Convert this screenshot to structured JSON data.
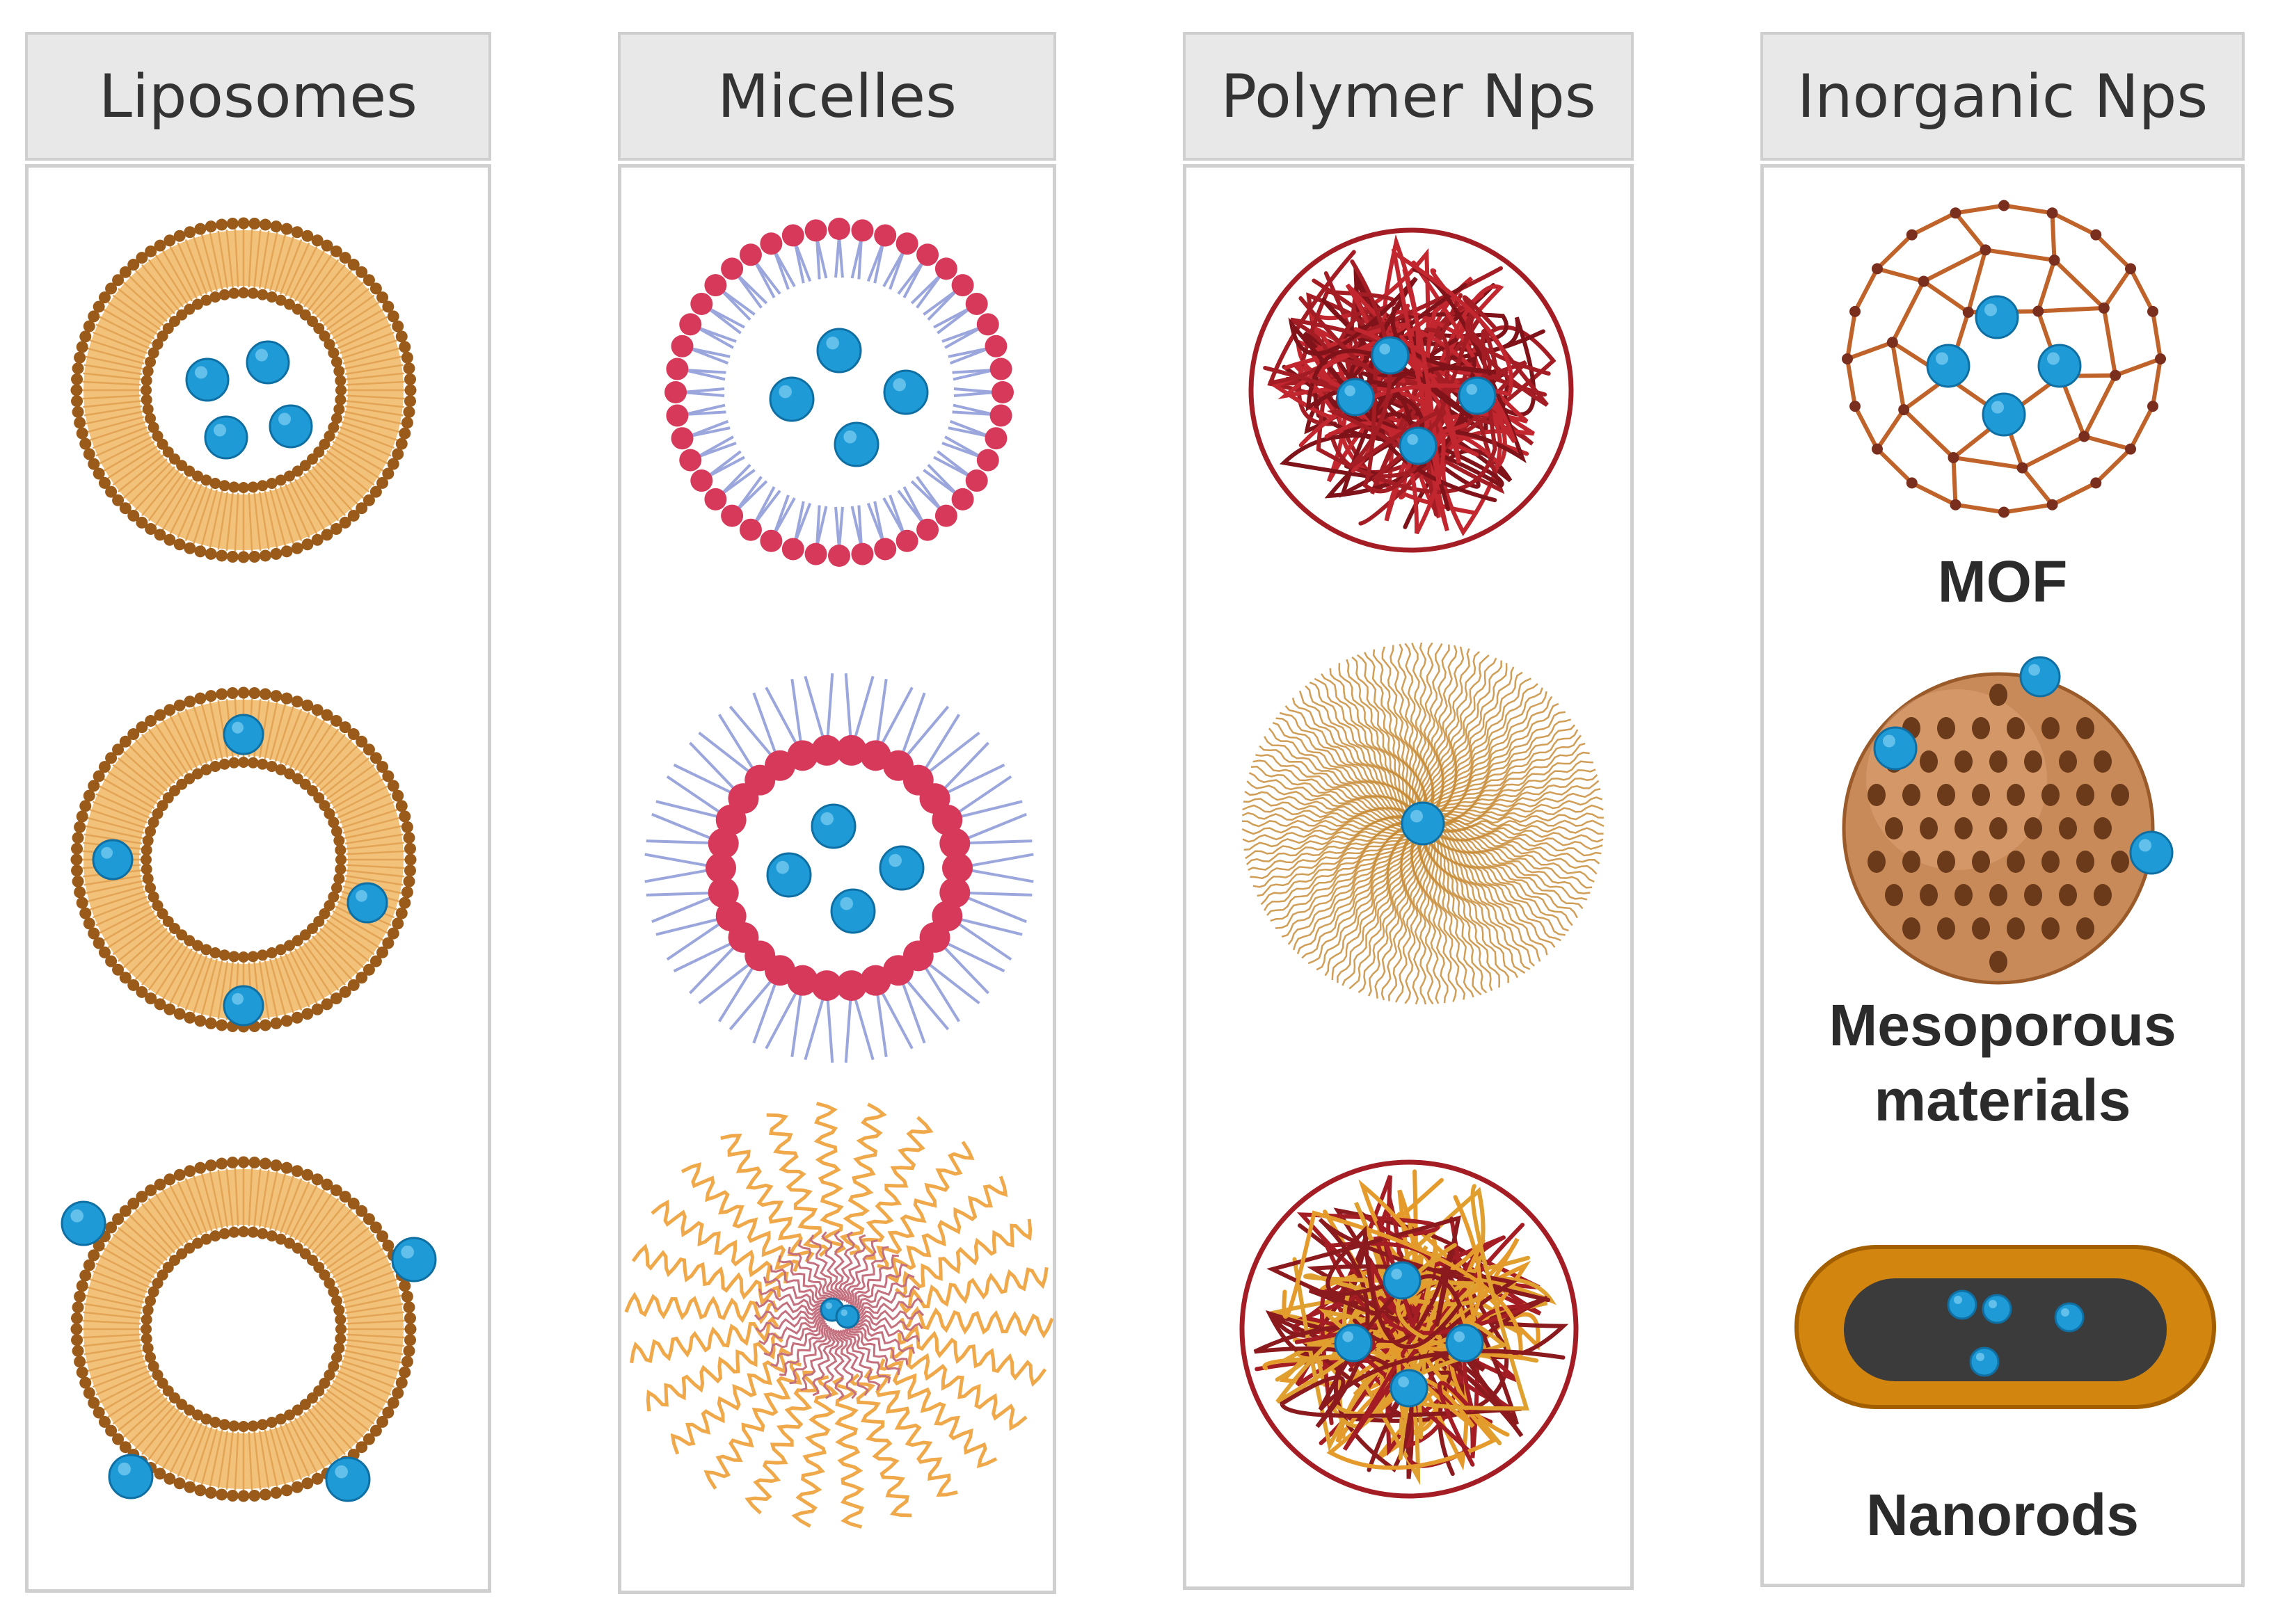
{
  "columns": [
    {
      "title": "Liposomes"
    },
    {
      "title": "Micelles"
    },
    {
      "title": "Polymer Nps"
    },
    {
      "title": "Inorganic Nps"
    }
  ],
  "inorganic_labels": {
    "mof": "MOF",
    "mesoporous_line1": "Mesoporous",
    "mesoporous_line2": "materials",
    "nanorods": "Nanorods"
  },
  "colors": {
    "drug": "#1e9ad6",
    "lipid_head": "#9a5a1a",
    "lipid_tail": "#f2c27a",
    "micelle_head": "#d6395a",
    "micelle_tail": "#9aa6dc",
    "polymer": "#a51d24",
    "polymer_alt": "#e59b2b",
    "mof": "#c0632a",
    "mesoporous": "#c98a5a",
    "nanorod_shell": "#d3860f",
    "nanorod_core": "#3b3b3b"
  }
}
